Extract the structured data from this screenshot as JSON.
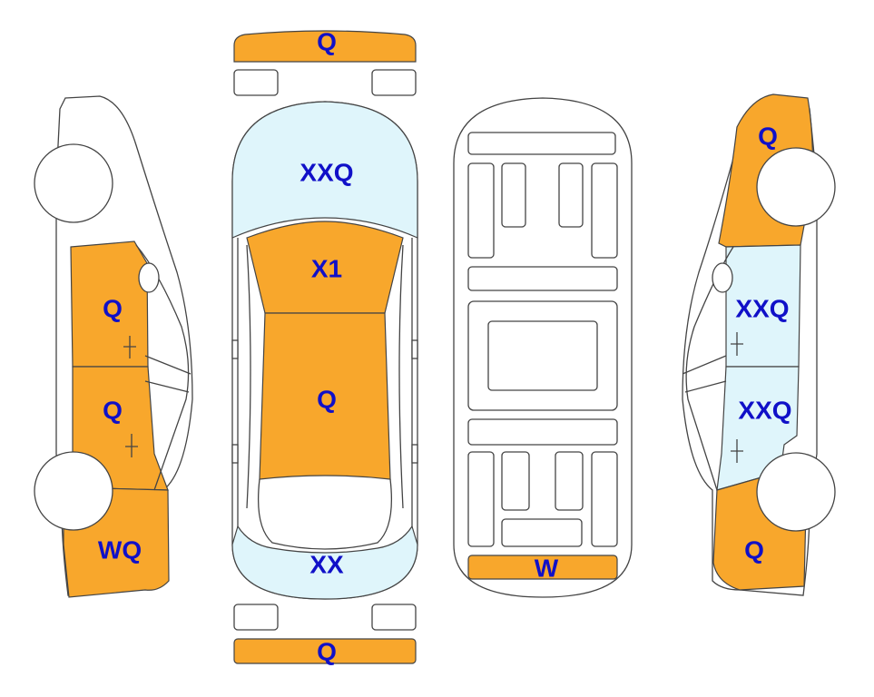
{
  "colors": {
    "orange_panel": "#f8a72c",
    "light_blue_panel": "#dff5fb",
    "label_text": "#1010c8",
    "outline": "#444444"
  },
  "labels": {
    "front_bumper": "Q",
    "rear_bumper": "Q",
    "windshield": "XXQ",
    "hood": "X1",
    "roof": "Q",
    "rear_window": "XX",
    "left_front_door": "Q",
    "left_rear_door": "Q",
    "left_rear_quarter": "WQ",
    "right_front_fender": "Q",
    "right_front_door": "XXQ",
    "right_rear_door": "XXQ",
    "right_rear_quarter": "Q",
    "underbody_rear": "W"
  }
}
